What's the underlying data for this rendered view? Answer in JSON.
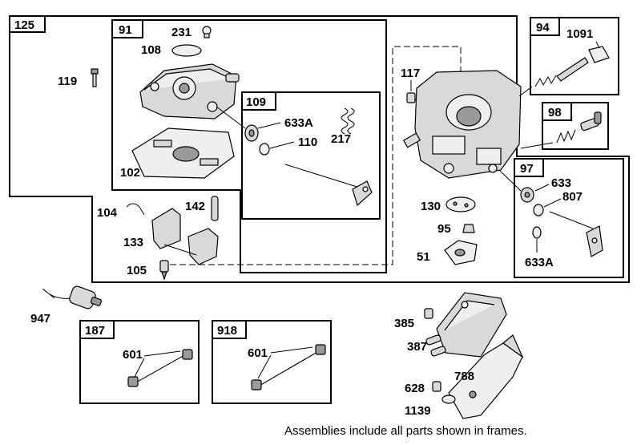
{
  "frames": {
    "f125": "125",
    "f91": "91",
    "f109": "109",
    "f94": "94",
    "f98": "98",
    "f97": "97",
    "f187": "187",
    "f918": "918"
  },
  "labels": {
    "p231": "231",
    "p108": "108",
    "p119": "119",
    "p633a_top": "633A",
    "p110": "110",
    "p217": "217",
    "p102": "102",
    "p117": "117",
    "p1091": "1091",
    "p633": "633",
    "p807": "807",
    "p633a_right": "633A",
    "p130": "130",
    "p95": "95",
    "p51": "51",
    "p104": "104",
    "p142": "142",
    "p133": "133",
    "p105": "105",
    "p947": "947",
    "p601a": "601",
    "p601b": "601",
    "p385": "385",
    "p387": "387",
    "p788": "788",
    "p628": "628",
    "p1139": "1139"
  },
  "note": "Assemblies include all parts shown in frames."
}
